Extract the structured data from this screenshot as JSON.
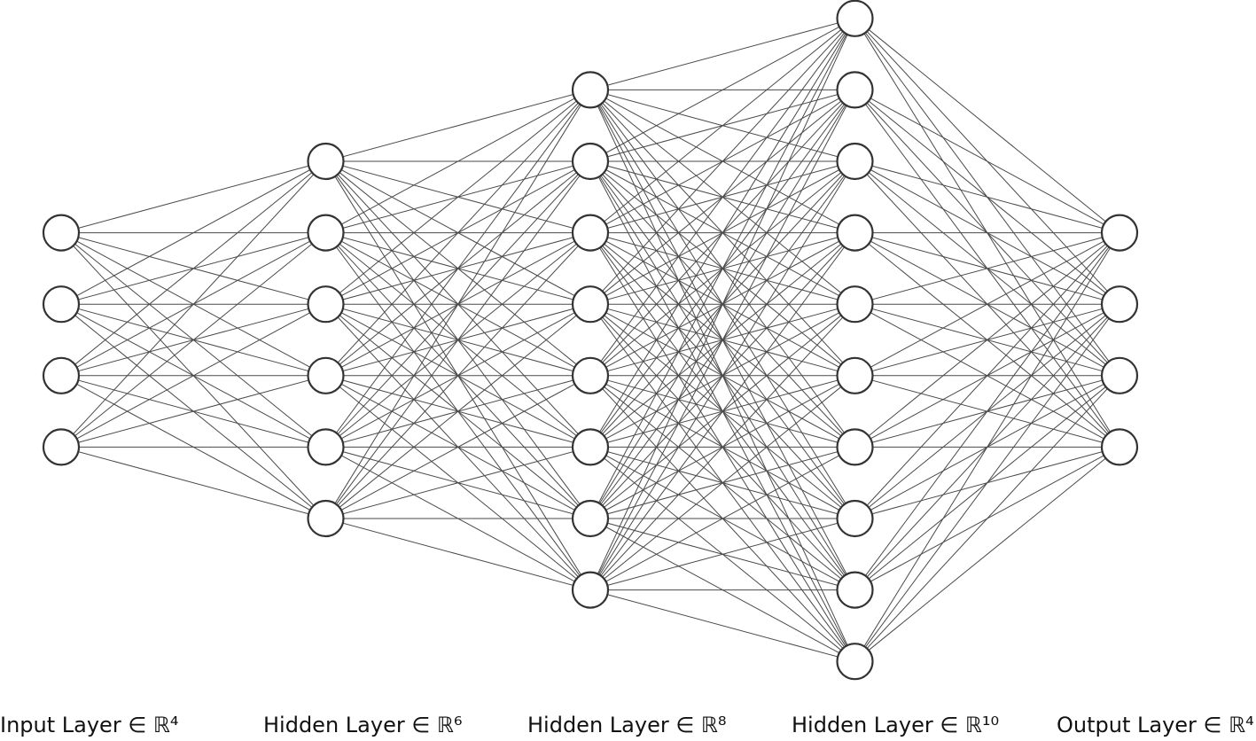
{
  "diagram": {
    "type": "fully-connected-neural-network",
    "layers": [
      {
        "name": "Input Layer",
        "size": 4,
        "label": "Input Layer ∈ ℝ⁴"
      },
      {
        "name": "Hidden Layer",
        "size": 6,
        "label": "Hidden Layer ∈ ℝ⁶"
      },
      {
        "name": "Hidden Layer",
        "size": 8,
        "label": "Hidden Layer ∈ ℝ⁸"
      },
      {
        "name": "Hidden Layer",
        "size": 10,
        "label": "Hidden Layer ∈ ℝ¹⁰"
      },
      {
        "name": "Output Layer",
        "size": 4,
        "label": "Output Layer ∈ ℝ⁴"
      }
    ],
    "connectivity": "dense",
    "colors": {
      "edge": "#4a4a4a",
      "node_stroke": "#333333",
      "node_fill": "#ffffff"
    }
  }
}
